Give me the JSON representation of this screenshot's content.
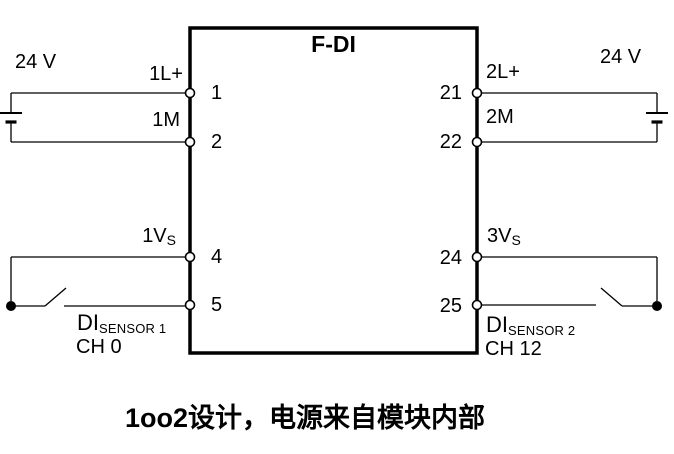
{
  "title": "F-DI",
  "caption": "1oo2设计，电源来自模块内部",
  "supplies": {
    "left": "24 V",
    "right": "24 V"
  },
  "left_terminals": [
    {
      "pin": "1",
      "label": "1L+"
    },
    {
      "pin": "2",
      "label": "1M"
    },
    {
      "pin": "4",
      "label_main": "1V",
      "label_sub": "S"
    },
    {
      "pin": "5"
    }
  ],
  "right_terminals": [
    {
      "pin": "21",
      "label": "2L+"
    },
    {
      "pin": "22",
      "label": "2M"
    },
    {
      "pin": "24",
      "label_main": "3V",
      "label_sub": "S"
    },
    {
      "pin": "25"
    }
  ],
  "sensors": {
    "left": {
      "name_main": "DI",
      "name_sub": "SENSOR 1",
      "channel": "CH 0"
    },
    "right": {
      "name_main": "DI",
      "name_sub": "SENSOR 2",
      "channel": "CH 12"
    }
  },
  "colors": {
    "line": "#000000",
    "background": "#ffffff"
  }
}
